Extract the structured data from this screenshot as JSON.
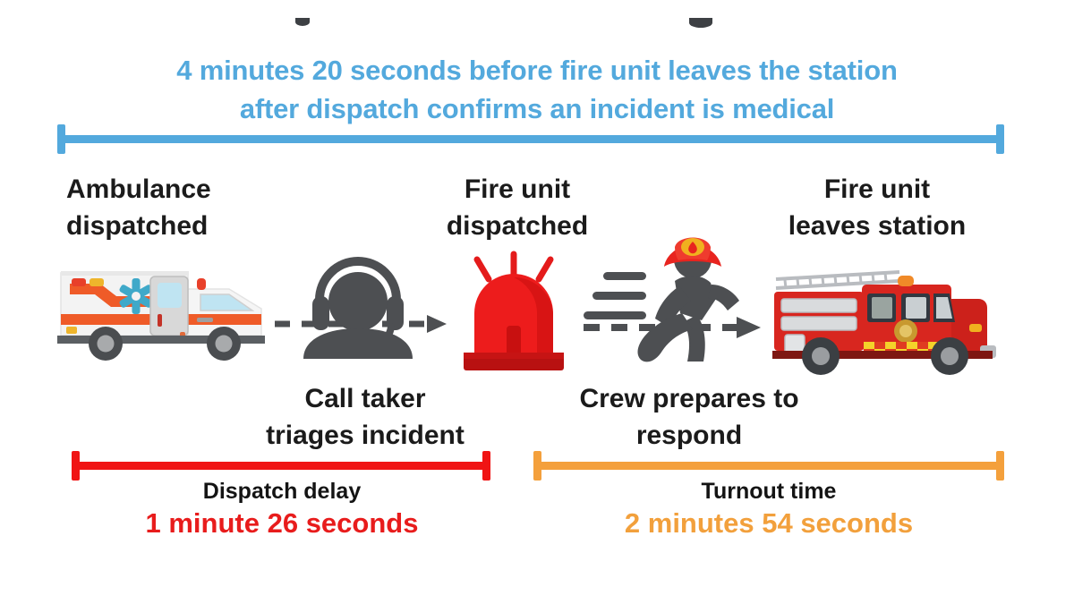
{
  "infographic": {
    "headline": "4 minutes 20 seconds before fire unit leaves the station after dispatch confirms an incident is medical",
    "headline_line1": "4 minutes 20 seconds before fire unit leaves the station",
    "headline_line2": "after dispatch confirms an incident is medical",
    "total_bracket_label": "4 minutes 20 seconds",
    "colors": {
      "total_bracket": "#53a9dd",
      "dispatch_bracket": "#f01414",
      "turnout_bracket": "#f4a03c",
      "headline_text": "#53a9dd",
      "label_text": "#1b1b1b",
      "dispatch_value_text": "#e81c1c",
      "turnout_value_text": "#f2a03c",
      "figure_gray": "#4d4f52",
      "siren_red": "#e41b1b",
      "truck_red": "#d8261f"
    }
  },
  "stages": [
    {
      "id": "ambulance-dispatched",
      "label_line1": "Ambulance",
      "label_line2": "dispatched",
      "icon": "ambulance-icon"
    },
    {
      "id": "call-taker-triages",
      "label_line1": "Call taker",
      "label_line2": "triages incident",
      "icon": "call-taker-headset-icon"
    },
    {
      "id": "fire-unit-dispatched",
      "label_line1": "Fire unit",
      "label_line2": "dispatched",
      "icon": "emergency-siren-icon"
    },
    {
      "id": "crew-prepares",
      "label_line1": "Crew prepares to",
      "label_line2": "respond",
      "icon": "running-firefighter-icon"
    },
    {
      "id": "fire-unit-leaves",
      "label_line1": "Fire unit",
      "label_line2": "leaves station",
      "icon": "fire-truck-icon"
    }
  ],
  "measures": [
    {
      "id": "dispatch-delay",
      "name": "Dispatch delay",
      "value": "1 minute 26 seconds",
      "color": "#e81c1c"
    },
    {
      "id": "turnout-time",
      "name": "Turnout time",
      "value": "2 minutes 54 seconds",
      "color": "#f2a03c"
    }
  ],
  "arrows": [
    {
      "id": "arrow-ambulance-to-siren",
      "style": "dashed",
      "direction": "right"
    },
    {
      "id": "arrow-siren-to-truck",
      "style": "dashed",
      "direction": "right"
    }
  ]
}
